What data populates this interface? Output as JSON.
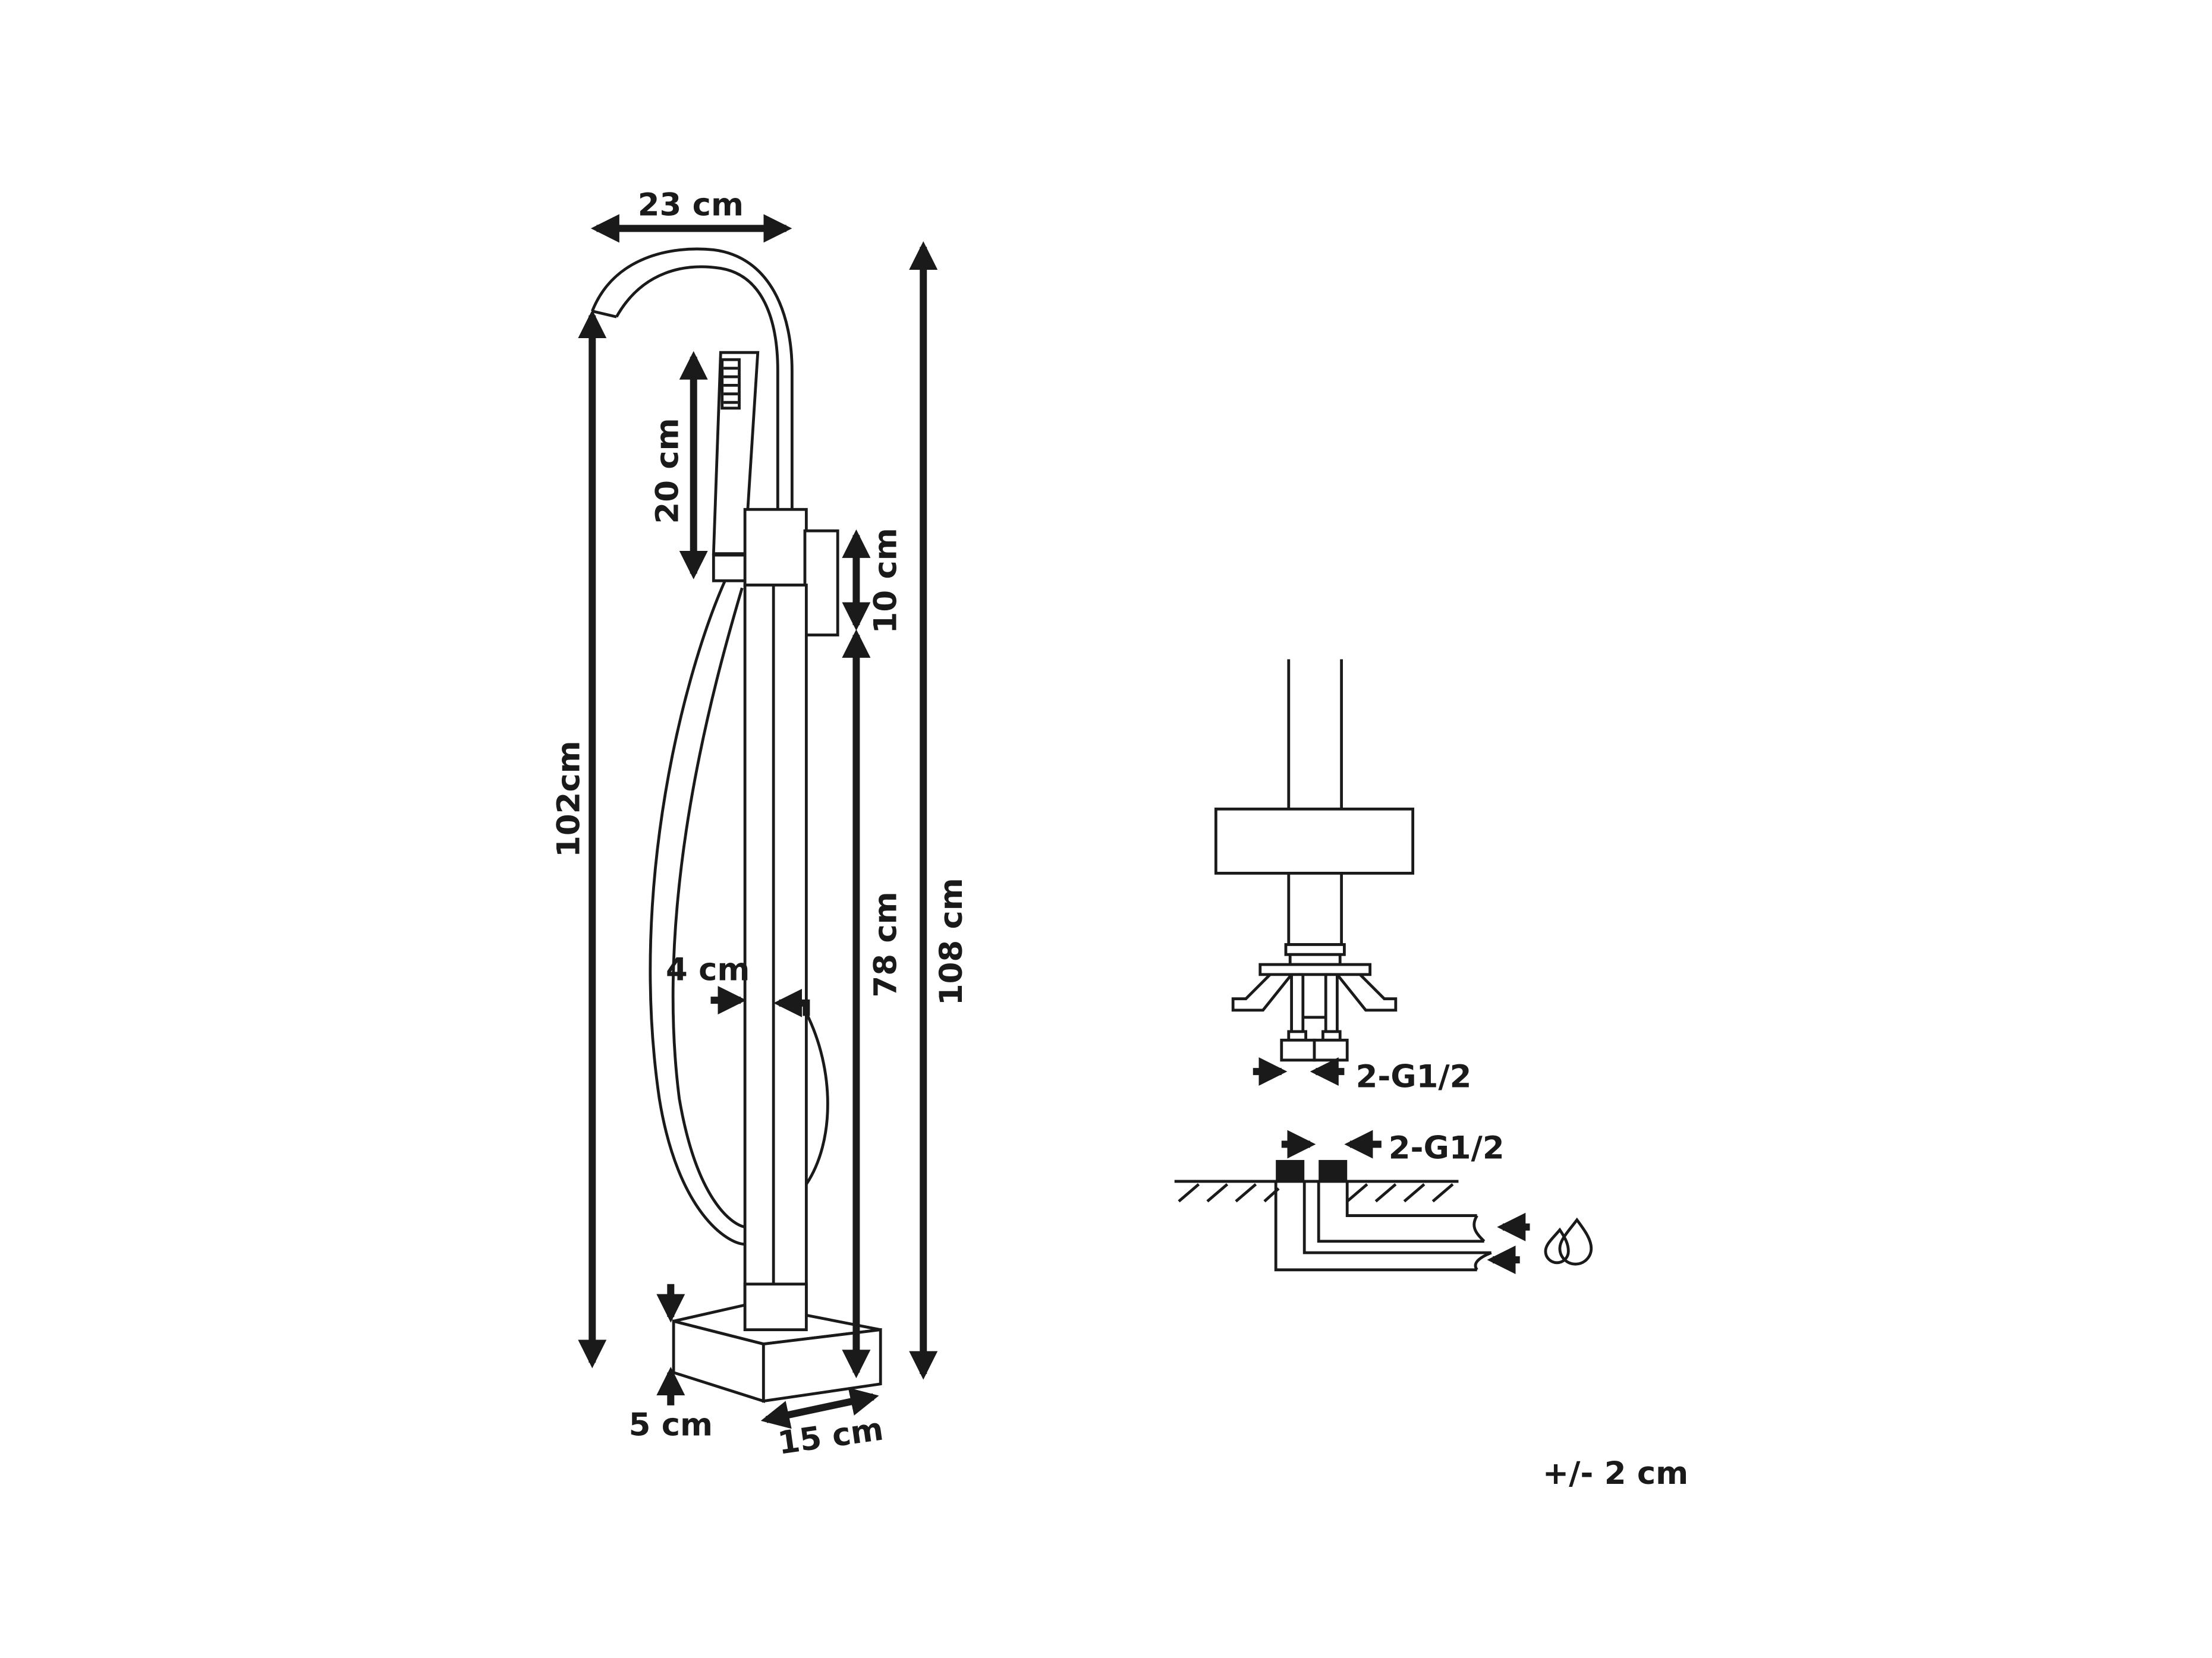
{
  "dimensions": {
    "width": "23 cm",
    "total_height": "108 cm",
    "spout_height": "102cm",
    "hand_shower": "20 cm",
    "mixer": "10 cm",
    "column": "78 cm",
    "column_width": "4 cm",
    "base_height": "5 cm",
    "base_depth": "15 cm"
  },
  "connections": {
    "top_label": "2-G1/2",
    "bottom_label": "2-G1/2"
  },
  "tolerance": "+/- 2 cm",
  "icons": [
    "water-drops-icon"
  ]
}
